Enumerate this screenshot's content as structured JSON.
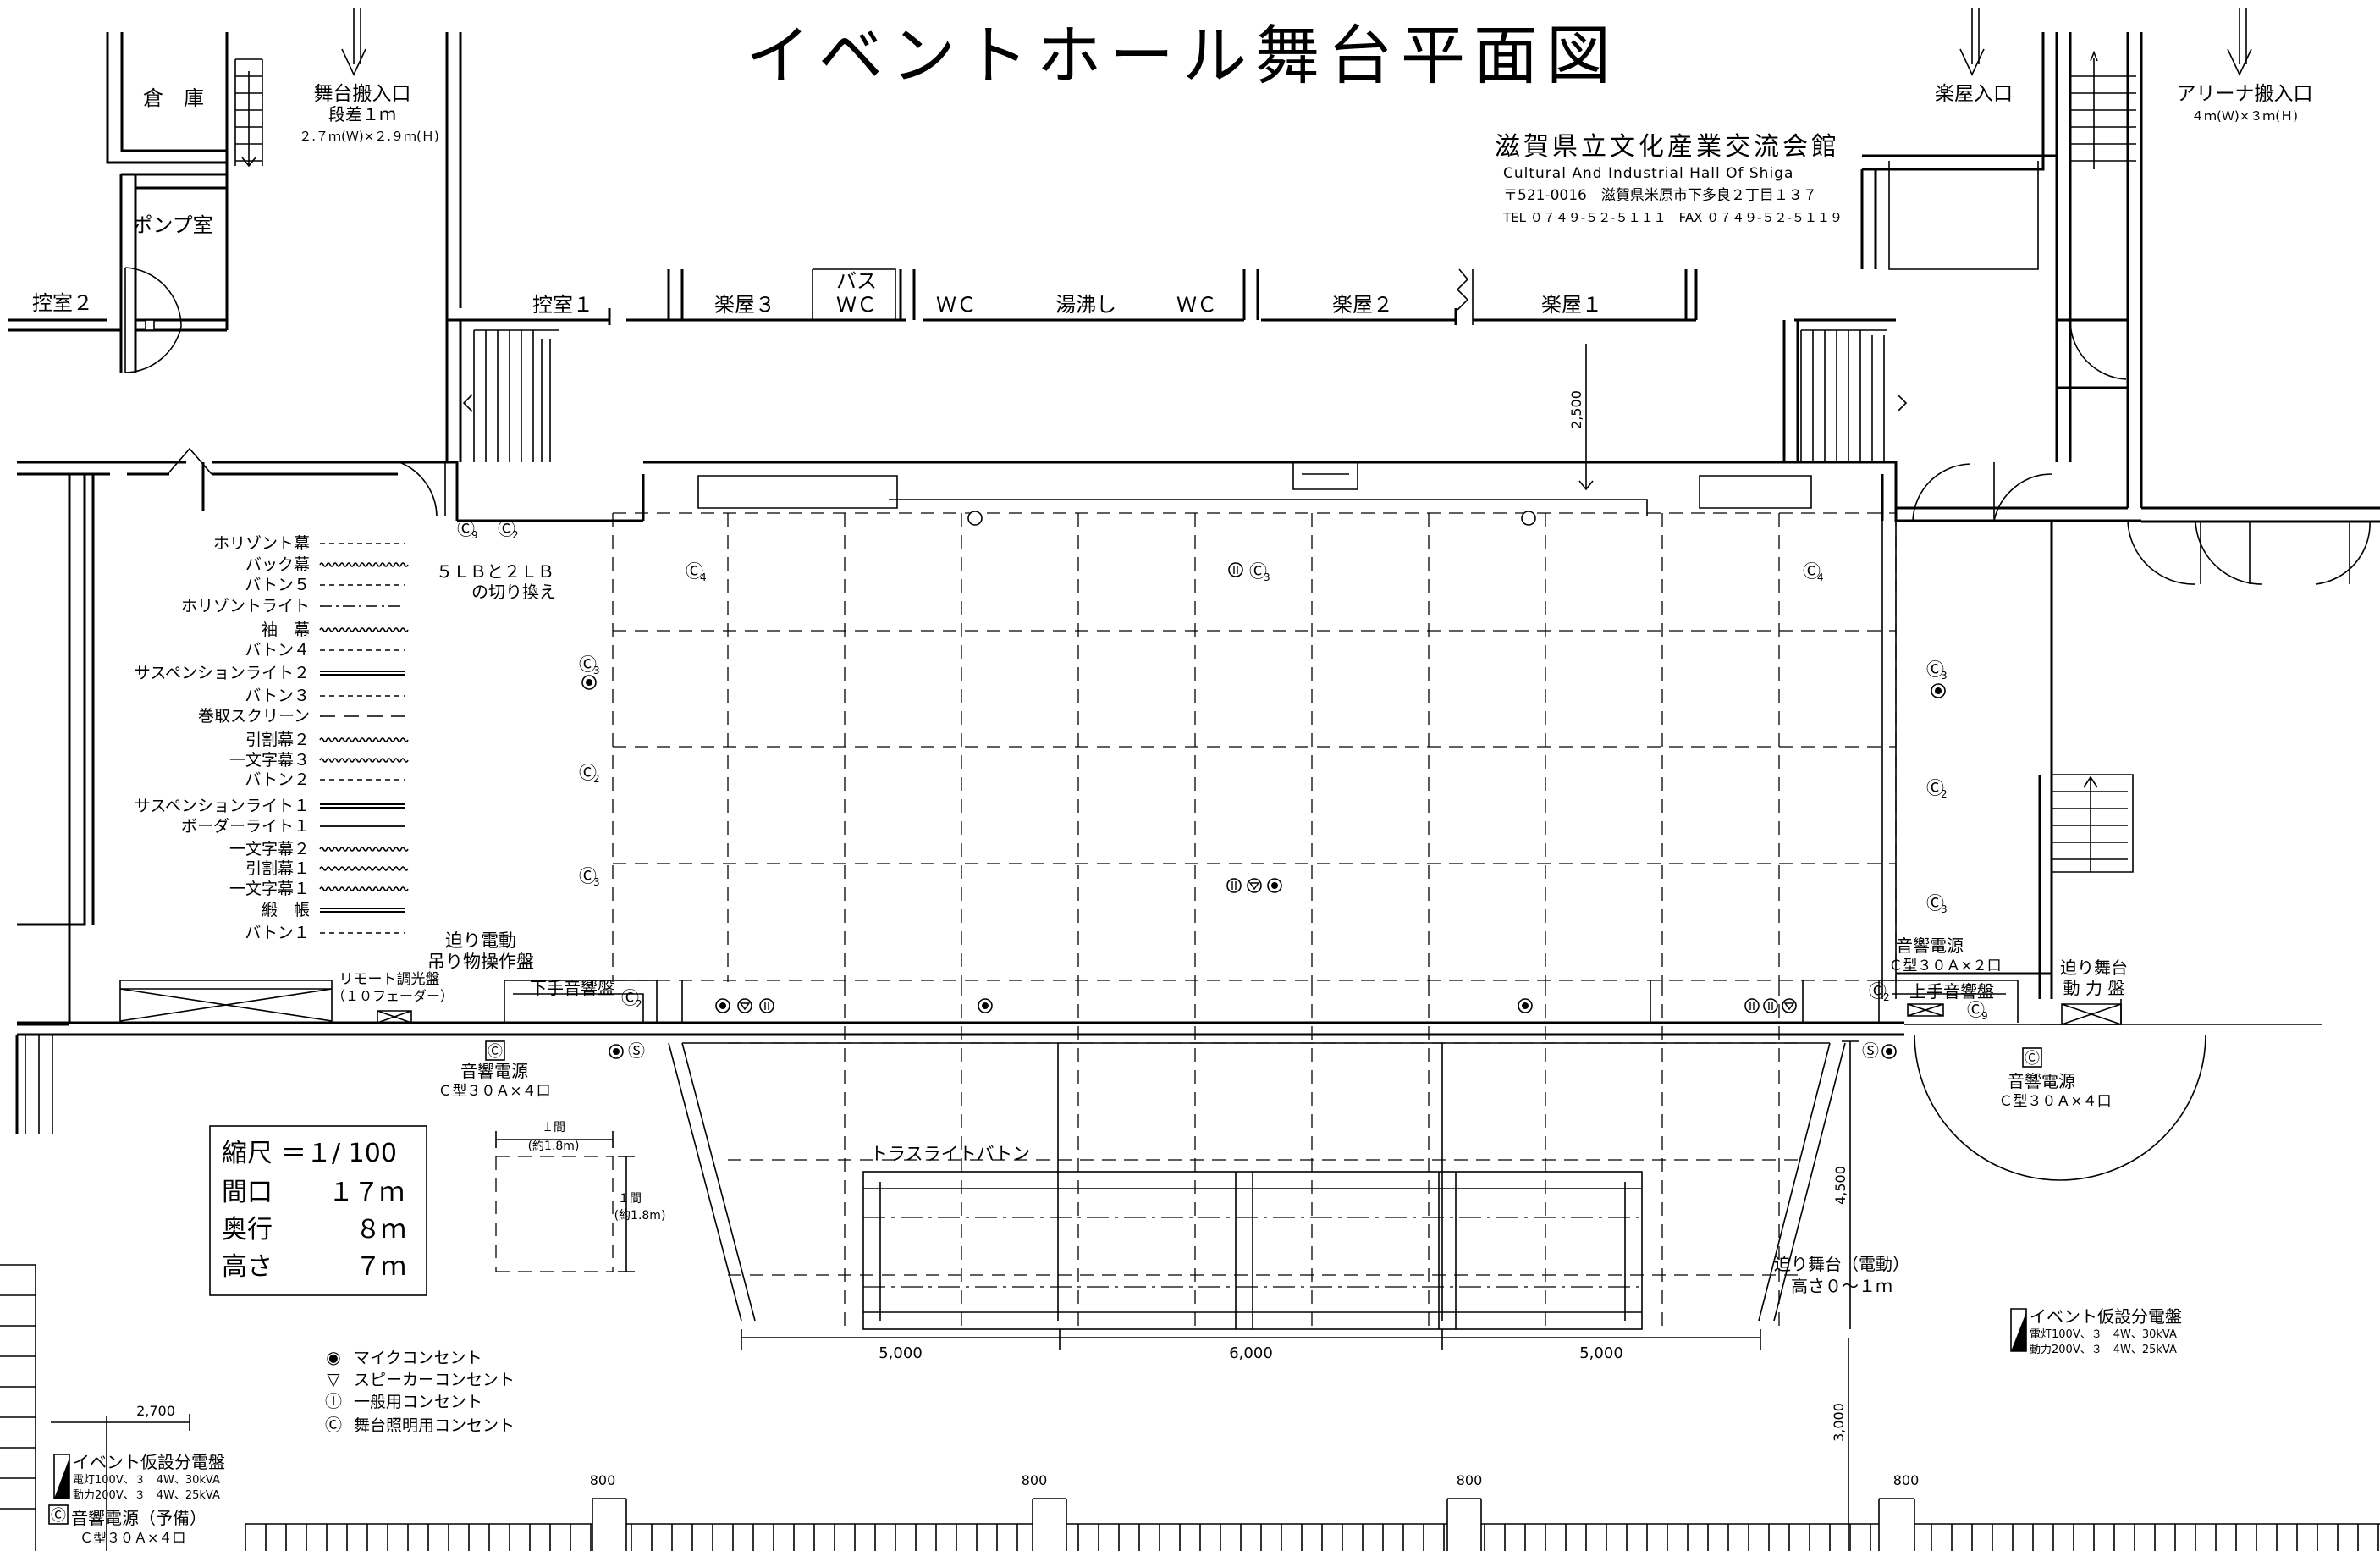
{
  "title": "イベントホール舞台平面図",
  "venue": {
    "name_ja": "滋賀県立文化産業交流会館",
    "name_en": "Cultural And Industrial Hall Of Shiga",
    "address": "〒521-0016　滋賀県米原市下多良２丁目１３７",
    "tel_fax": "TEL ０７４９-５２-５１１１　FAX ０７４９-５２-５１１９"
  },
  "rooms": {
    "souko": "倉　庫",
    "pump": "ポンプ室",
    "hikae2": "控室２",
    "hikae1": "控室１",
    "gakuya3": "楽屋３",
    "bath": "バス",
    "bath_wc": "ＷＣ",
    "wc1": "ＷＣ",
    "yuwakashi": "湯沸し",
    "wc2": "ＷＣ",
    "gakuya2": "楽屋２",
    "gakuya1": "楽屋１"
  },
  "entrances": {
    "stage_load": "舞台搬入口",
    "stage_step": "段差１ｍ",
    "stage_size": "２.７ｍ(Ｗ)×２.９ｍ(Ｈ)",
    "gakuya": "楽屋入口",
    "arena_load": "アリーナ搬入口",
    "arena_size": "４ｍ(Ｗ)×３ｍ(Ｈ)"
  },
  "legend_items": [
    {
      "label": "ホリゾント幕",
      "style": "dash"
    },
    {
      "label": "バック幕",
      "style": "wave"
    },
    {
      "label": "バトン５",
      "style": "dash"
    },
    {
      "label": "ホリゾントライト",
      "style": "dashdot"
    },
    {
      "label": "袖　幕",
      "style": "wave"
    },
    {
      "label": "バトン４",
      "style": "dash"
    },
    {
      "label": "サスペンションライト２",
      "style": "double"
    },
    {
      "label": "バトン３",
      "style": "dash"
    },
    {
      "label": "巻取スクリーン",
      "style": "longdash"
    },
    {
      "label": "引割幕２",
      "style": "wave"
    },
    {
      "label": "一文字幕３",
      "style": "wave"
    },
    {
      "label": "バトン２",
      "style": "dash"
    },
    {
      "label": "サスペンションライト１",
      "style": "double"
    },
    {
      "label": "ボーダーライト１",
      "style": "solid"
    },
    {
      "label": "一文字幕２",
      "style": "wave"
    },
    {
      "label": "引割幕１",
      "style": "wave"
    },
    {
      "label": "一文字幕１",
      "style": "wave"
    },
    {
      "label": "緞　帳",
      "style": "double"
    },
    {
      "label": "バトン１",
      "style": "dash"
    }
  ],
  "labels": {
    "lb_switch_1": "５ＬＢと２ＬＢ",
    "lb_switch_2": "の切り換え",
    "seridendo_1": "迫り電動",
    "seridendo_2": "吊り物操作盤",
    "remote_1": "リモート調光盤",
    "remote_2": "（１０フェーダー）",
    "shimote_board": "下手音響盤",
    "kamite_board": "上手音響盤",
    "onkyo_left": "音響電源",
    "onkyo_left_spec": "Ｃ型３０Ａ×４口",
    "onkyo_right_top": "音響電源",
    "onkyo_right_top_spec": "Ｃ型３０Ａ×２口",
    "onkyo_right_bottom": "音響電源",
    "onkyo_right_bottom_spec": "Ｃ型３０Ａ×４口",
    "seri_power_1": "迫り舞台",
    "seri_power_2": "動 力 盤",
    "seri_stage_1": "迫り舞台（電動）",
    "seri_stage_2": "高さ０～１ｍ",
    "truss": "トラスライトバトン",
    "grid_w": "１間",
    "grid_w2": "(約1.8m)",
    "grid_h": "１間",
    "grid_h2": "(約1.8m)",
    "event_right": "イベント仮設分電盤",
    "event_right_l1": "電灯100V、３　4W、30kVA",
    "event_right_l2": "動力200V、３　4W、25kVA",
    "event_left": "イベント仮設分電盤",
    "event_left_l1": "電灯100V、３　4W、30kVA",
    "event_left_l2": "動力200V、３　4W、25kVA",
    "onkyo_spare": "音響電源（予備）",
    "onkyo_spare_spec": "Ｃ型３０Ａ×４口"
  },
  "specs": [
    {
      "key": "縮尺",
      "val": "＝１/ 100"
    },
    {
      "key": "間口",
      "val": "１７ｍ"
    },
    {
      "key": "奥行",
      "val": "８ｍ"
    },
    {
      "key": "高さ",
      "val": "７ｍ"
    }
  ],
  "symbol_legend": [
    {
      "sym": "◉",
      "label": "マイクコンセント"
    },
    {
      "sym": "▽",
      "label": "スピーカーコンセント"
    },
    {
      "sym": "Ⓘ",
      "label": "一般用コンセント"
    },
    {
      "sym": "Ⓒ",
      "label": "舞台照明用コンセント"
    }
  ],
  "dims": {
    "d2500": "2,500",
    "d4500": "4,500",
    "d3000": "3,000",
    "d2700": "2,700",
    "d5000a": "5,000",
    "d6000": "6,000",
    "d5000b": "5,000",
    "d800a": "800",
    "d800b": "800",
    "d800c": "800",
    "d800d": "800"
  },
  "sym_texts": {
    "c": "Ⓒ",
    "s": "Ⓢ",
    "i": "Ⓘ",
    "sub2": "2",
    "sub3": "3",
    "sub4": "4",
    "sub9": "9"
  }
}
